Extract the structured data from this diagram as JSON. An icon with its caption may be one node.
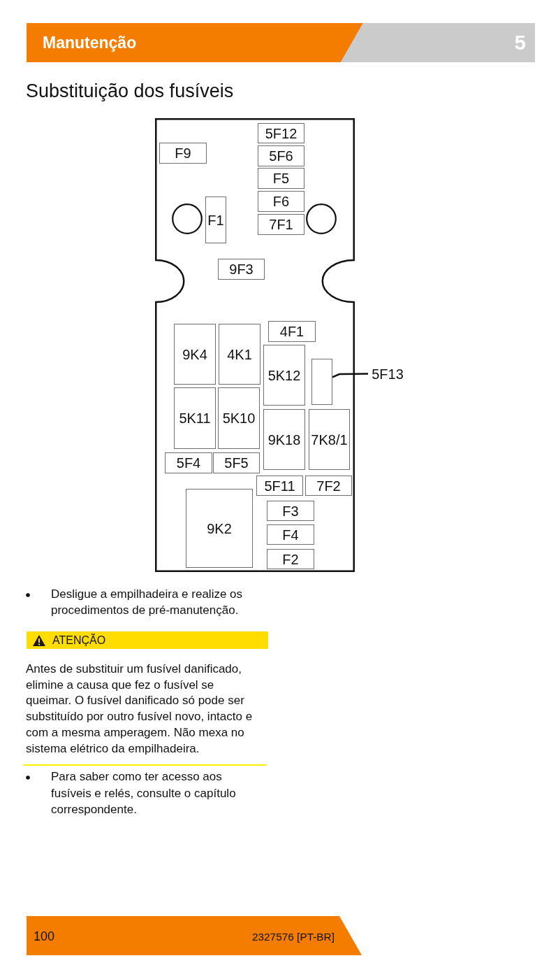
{
  "diagram": {
    "title": "Substituição dos fusíveis",
    "nodes": [
      {
        "text": [],
        "shape": "box"
      },
      {
        "text": [
          "5F12"
        ],
        "in": 0
      },
      {
        "text": [
          "F9"
        ],
        "in": 0
      },
      {
        "text": [
          "5F6"
        ],
        "in": 0
      },
      {
        "text": [
          "F5"
        ],
        "in": 0
      },
      {
        "text": [
          "F6"
        ],
        "in": 0
      },
      {
        "text": [
          "F1"
        ],
        "in": 0
      },
      {
        "text": [
          "7F1"
        ],
        "in": 0
      },
      {
        "text": [
          "9F3"
        ],
        "in": 0
      },
      {
        "text": [
          "4F1"
        ],
        "in": 0
      },
      {
        "text": [
          "9K4"
        ],
        "in": 0
      },
      {
        "text": [
          "4K1"
        ],
        "in": 0
      },
      {
        "text": [
          "5K12"
        ],
        "in": 0
      },
      {
        "text": [],
        "shape": "box",
        "in": 0
      },
      {
        "text": [
          "5F13"
        ]
      },
      {
        "text": [
          "5K11"
        ],
        "in": 0
      },
      {
        "text": [
          "5K10"
        ],
        "in": 0
      },
      {
        "text": [
          "9K18"
        ],
        "in": 0
      },
      {
        "text": [
          "7K8/1"
        ],
        "in": 0
      },
      {
        "text": [
          "5F4"
        ],
        "in": 0
      },
      {
        "text": [
          "5F5"
        ],
        "in": 0
      },
      {
        "text": [
          "5F11"
        ],
        "in": 0
      },
      {
        "text": [
          "7F2"
        ],
        "in": 0
      },
      {
        "text": [
          "9K2"
        ],
        "in": 0
      },
      {
        "text": [
          "F3"
        ],
        "in": 0
      },
      {
        "text": [
          "F4"
        ],
        "in": 0
      },
      {
        "text": [
          "F2"
        ],
        "in": 0
      }
    ],
    "edges": [
      {
        "from": 14,
        "to": 13,
        "arrow": "none"
      }
    ],
    "labels": [
      "Manutenção",
      "5",
      "Desligue a empilhadeira e realize os procedimentos de pré-manutenção.",
      "ATENÇÃO",
      "Antes de substituir um fusível danificado, elimine a causa que fez o fusível se queimar. O fusível danificado só pode ser substituído por outro fusível novo, intacto e com a mesma amperagem. Não mexa no sistema elétrico da empilhadeira.",
      "Para saber como ter acesso aos fusíveis e relés, consulte o capítulo correspondente.",
      "100",
      "2327576 [PT-BR]"
    ]
  }
}
